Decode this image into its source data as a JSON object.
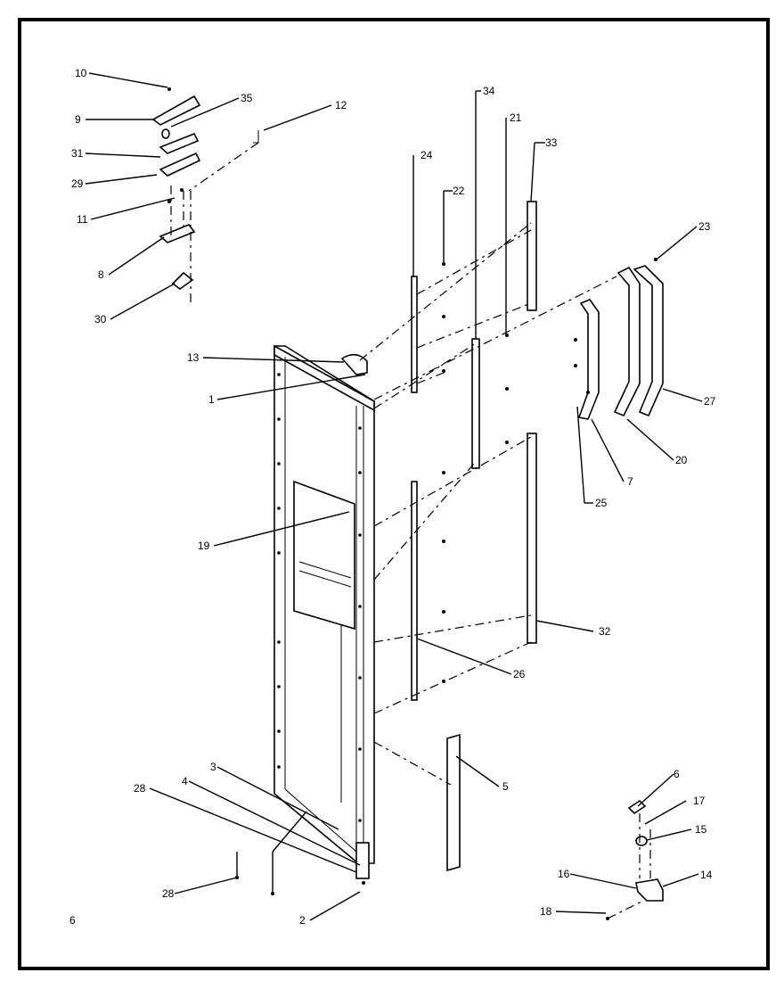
{
  "callouts": {
    "c1": "1",
    "c2": "2",
    "c3": "3",
    "c4": "4",
    "c5": "5",
    "c6a": "6",
    "c6b": "6",
    "c7": "7",
    "c8": "8",
    "c9": "9",
    "c10": "10",
    "c11": "11",
    "c12": "12",
    "c13": "13",
    "c14": "14",
    "c15": "15",
    "c16": "16",
    "c17": "17",
    "c18": "18",
    "c19": "19",
    "c20": "20",
    "c21": "21",
    "c22": "22",
    "c23": "23",
    "c24": "24",
    "c25": "25",
    "c26": "26",
    "c27": "27",
    "c28a": "28",
    "c28b": "28",
    "c29": "29",
    "c30": "30",
    "c31": "31",
    "c32": "32",
    "c33": "33",
    "c34": "34",
    "c35": "35"
  }
}
